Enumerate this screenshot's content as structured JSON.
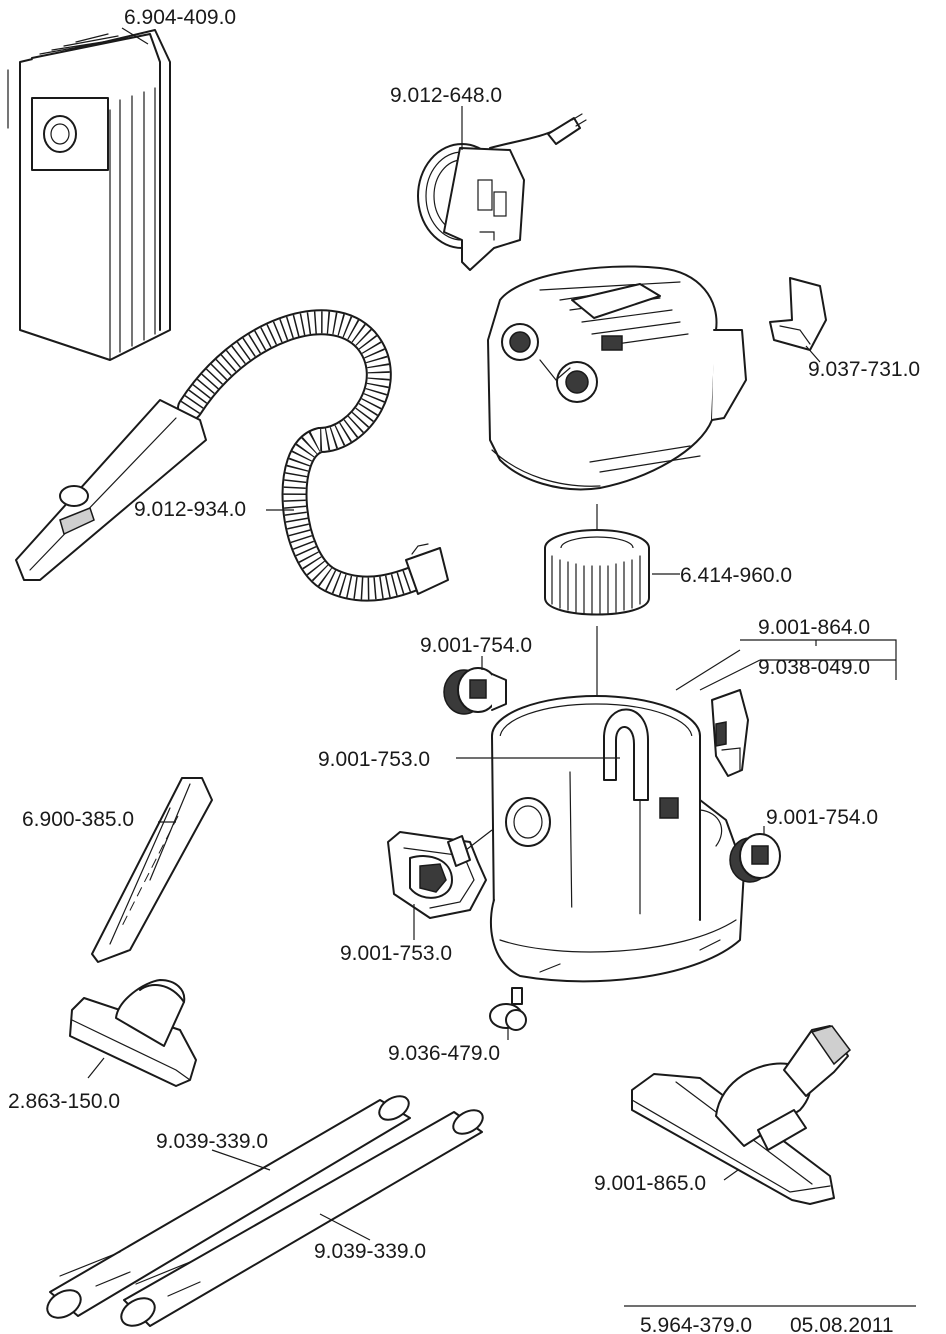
{
  "parts": {
    "bags": "6.904-409.0",
    "cord_reel": "9.012-648.0",
    "bumper": "9.037-731.0",
    "hose": "9.012-934.0",
    "filter": "6.414-960.0",
    "container_set": "9.001-864.0",
    "clip": "9.038-049.0",
    "knob_left": "9.001-754.0",
    "handle_top": "9.001-753.0",
    "crevice": "6.900-385.0",
    "knob_right": "9.001-754.0",
    "handle_side": "9.001-753.0",
    "castor": "9.036-479.0",
    "upholstery_nozzle": "2.863-150.0",
    "tube_1": "9.039-339.0",
    "floor_nozzle": "9.001-865.0",
    "tube_2": "9.039-339.0"
  },
  "footer": {
    "doc_number": "5.964-379.0",
    "date": "05.08.2011"
  }
}
